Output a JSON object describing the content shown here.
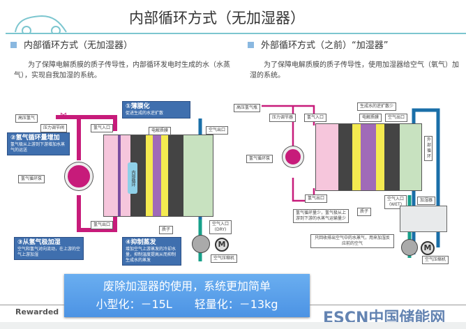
{
  "title": "内部循环方式（无加湿器）",
  "left": {
    "heading": "内部循环方式（无加湿器）",
    "description": "为了保障电解质膜的质子传导性，内部循环发电时生成的水（水蒸气），实现自我加湿的系统。",
    "labels": {
      "h2_tank": "高压氢气",
      "regulator": "压力调节阀",
      "h2_in": "氢气入口",
      "membrane": "电解质膜",
      "air_out": "空气出口",
      "pump": "氢气循环泵",
      "internal": "内部循环",
      "h2_out": "氢气出口",
      "proton": "质子",
      "air_in": "空气入口",
      "air_in_note": "(DRY)",
      "compressor": "空气压缩机"
    },
    "callouts": [
      {
        "title": "①薄膜化",
        "text": "促进生成的水逆扩散"
      },
      {
        "title": "②氢气循环量增加",
        "text": "氢气极从上游到下游增加水蒸气的运送"
      },
      {
        "title": "③从氢气极加湿",
        "text": "空气和氢气对向流动，在上游的空气上游加湿"
      },
      {
        "title": "④抑制蒸发",
        "text": "增加空气上游蒸发的冷却水量，抑制温度提高从而抑制生成水的蒸发"
      }
    ]
  },
  "right": {
    "heading": "外部循环方式（之前）“加湿器”",
    "description": "为了保障电解质膜的质子传导性，使用加湿器给空气（氧气）加湿的系统。",
    "labels": {
      "h2_tank": "高压氢气瓶",
      "regulator": "压力调节器",
      "h2_in": "氢气入口",
      "back_diff": "生成水的逆扩散少",
      "membrane": "电解质膜",
      "air_out": "空气出口",
      "external": "外部循环",
      "pump": "氢气循环泵",
      "h2_out": "氢气出口",
      "proton": "质子",
      "air_in": "空气入口",
      "air_in_note": "(WET)",
      "humidifier": "加湿器",
      "compressor": "空气压缩机"
    },
    "notes": [
      "氢气循环量少，氢气极从上游到下游的水蒸气运输量少",
      "只回收排出空气中的水蒸气，用来加湿反应前的空气"
    ]
  },
  "banner": {
    "line1": "废除加湿器的使用，系统更加简单",
    "line2": "小型化：－15L　　轻量化：－13kg"
  },
  "footer": "Rewarded",
  "watermark": "ESCN中国储能网",
  "motor": "M"
}
